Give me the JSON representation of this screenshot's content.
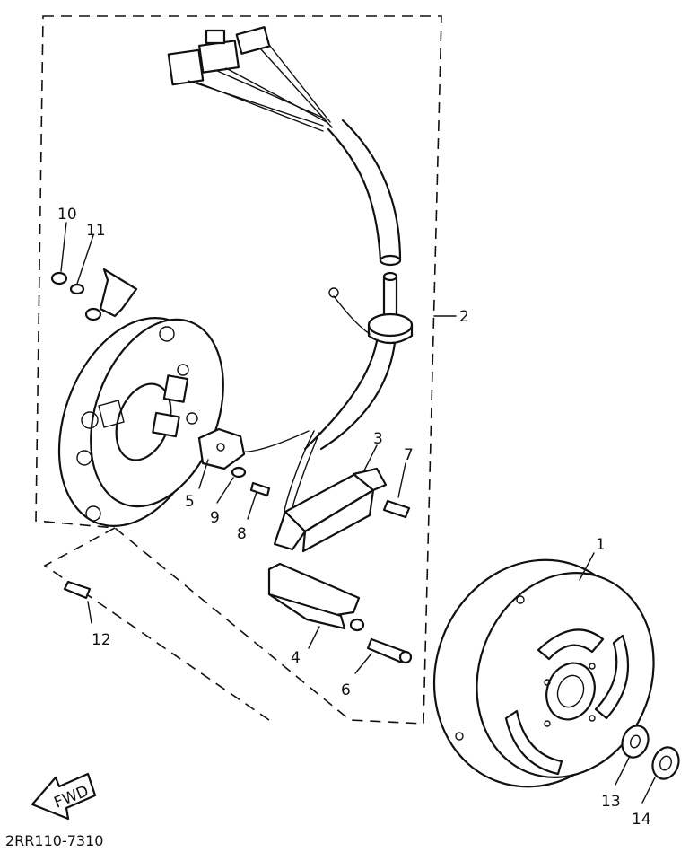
{
  "diagram": {
    "part_code": "2RR110-7310",
    "direction_label": "FWD",
    "callouts": [
      {
        "id": "1",
        "label": "1"
      },
      {
        "id": "2",
        "label": "2"
      },
      {
        "id": "3",
        "label": "3"
      },
      {
        "id": "4",
        "label": "4"
      },
      {
        "id": "5",
        "label": "5"
      },
      {
        "id": "6",
        "label": "6"
      },
      {
        "id": "7",
        "label": "7"
      },
      {
        "id": "8",
        "label": "8"
      },
      {
        "id": "9",
        "label": "9"
      },
      {
        "id": "10",
        "label": "10"
      },
      {
        "id": "11",
        "label": "11"
      },
      {
        "id": "12",
        "label": "12"
      },
      {
        "id": "13",
        "label": "13"
      },
      {
        "id": "14",
        "label": "14"
      }
    ]
  }
}
